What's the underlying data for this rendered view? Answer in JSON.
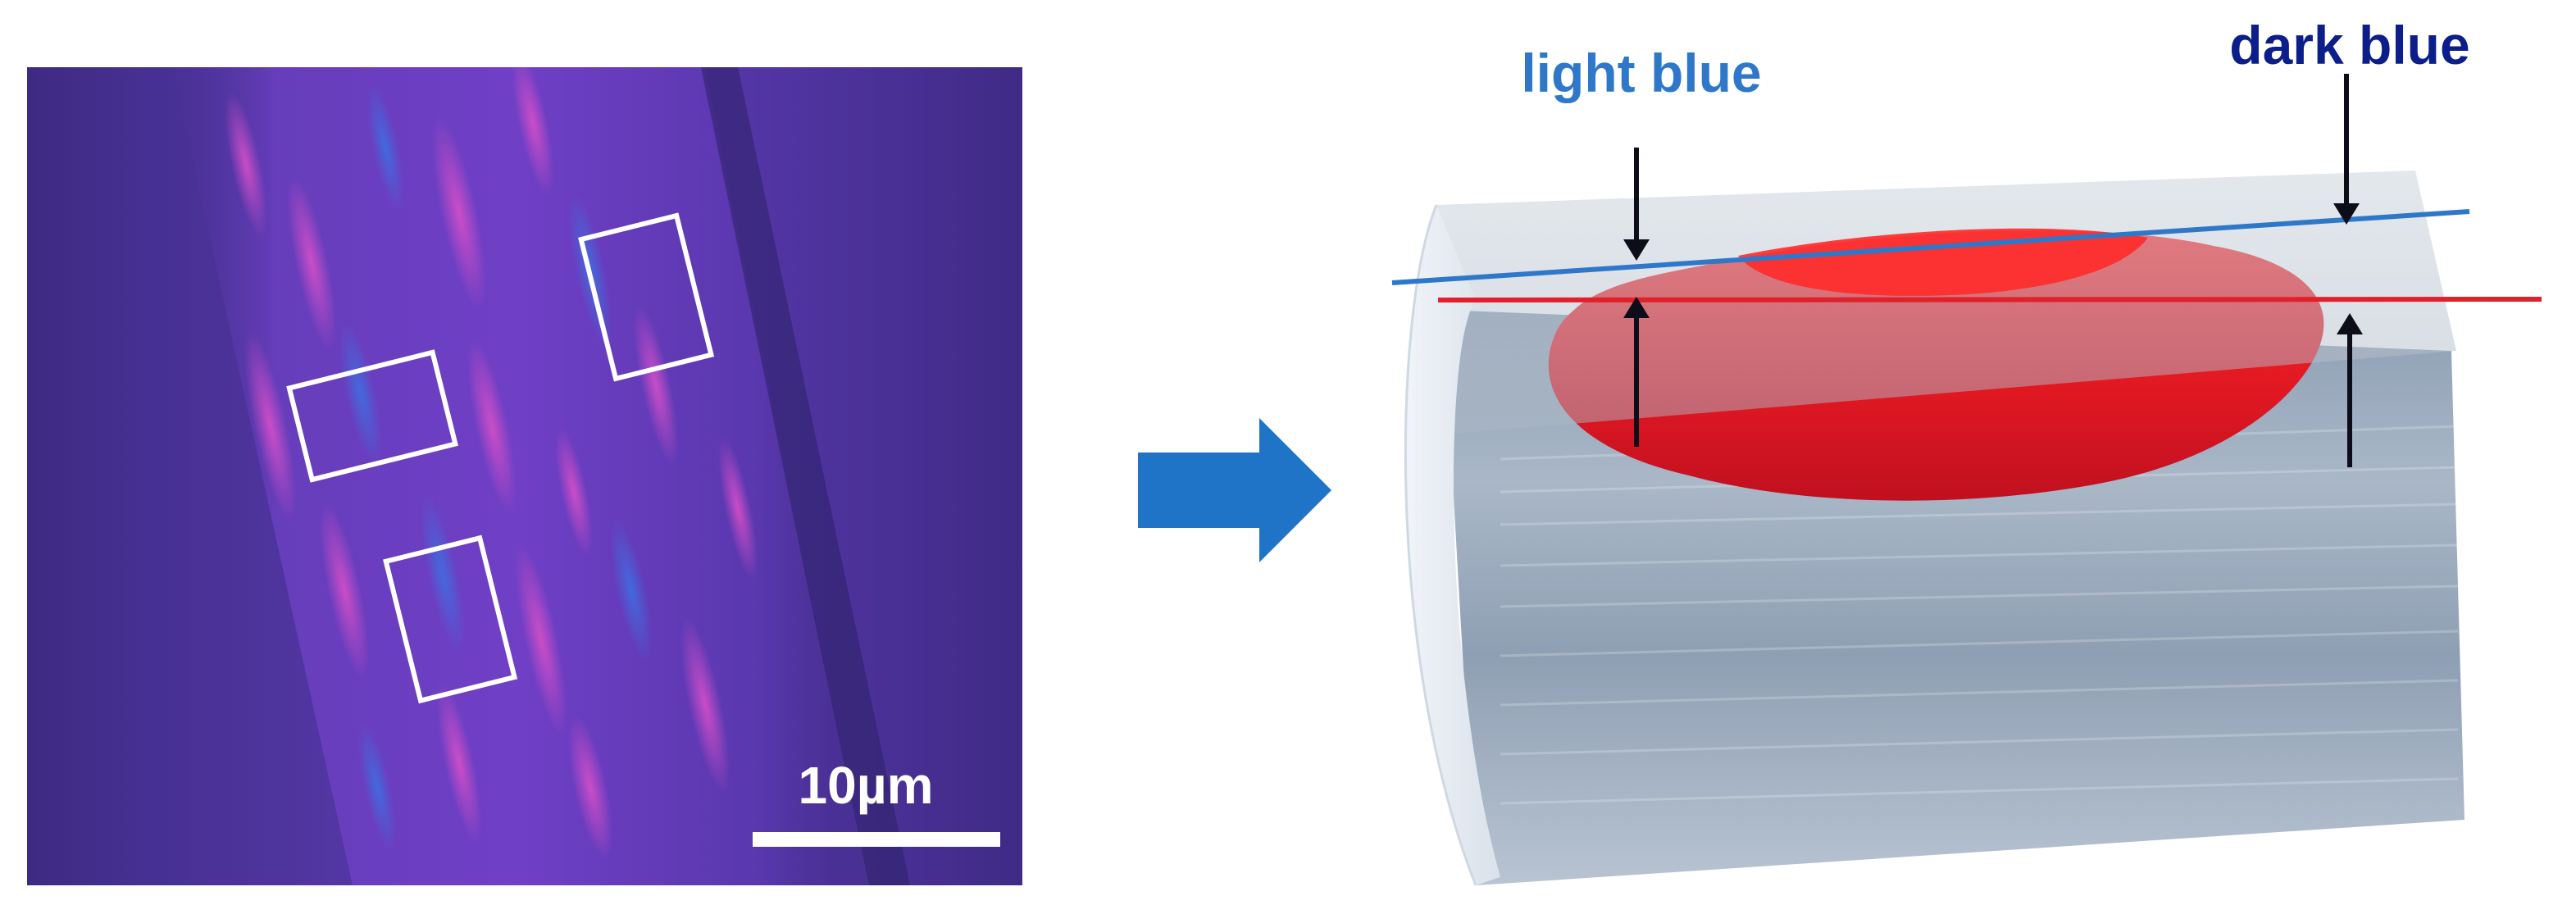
{
  "micrograph": {
    "scale_bar_label": "10µm"
  },
  "diagram": {
    "label_light": "light blue",
    "label_dark": "dark blue",
    "colors": {
      "light_blue_line": "#2f78c9",
      "light_blue_text": "#2f78c9",
      "dark_blue_text": "#0b1e8a",
      "red_line": "#e0202a",
      "red_body": "#e01822",
      "arrow_fill": "#1f74c8",
      "cylinder_body": "#9aaabd",
      "cylinder_top": "#b9c3cf",
      "cylinder_end": "#e7ecf3"
    }
  }
}
